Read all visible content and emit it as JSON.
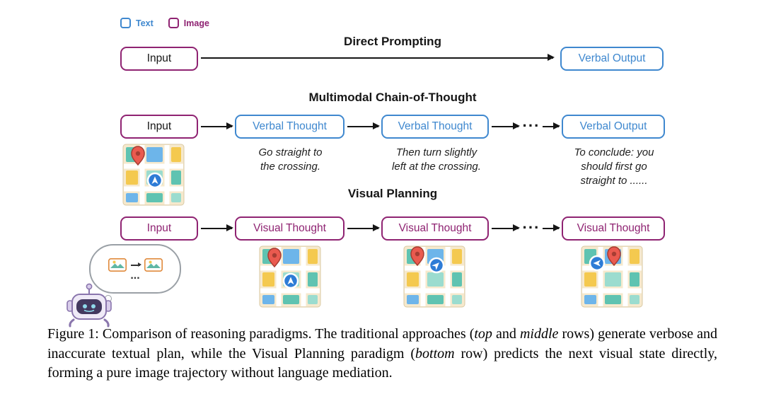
{
  "legend": {
    "text_label": "Text",
    "image_label": "Image"
  },
  "direct_prompting": {
    "title": "Direct Prompting",
    "input": "Input",
    "output": "Verbal Output"
  },
  "multimodal_cot": {
    "title": "Multimodal Chain-of-Thought",
    "input": "Input",
    "thought1": "Verbal Thought",
    "thought2": "Verbal Thought",
    "dots": "···",
    "output": "Verbal Output",
    "caption1": "Go straight to\nthe crossing.",
    "caption2": "Then turn slightly\nleft at the crossing.",
    "caption3": "To conclude: you\nshould first go\nstraight to ......"
  },
  "visual_planning": {
    "title": "Visual Planning",
    "input": "Input",
    "thought1": "Visual Thought",
    "thought2": "Visual Thought",
    "dots": "···",
    "thought3": "Visual Thought",
    "bubble_dots": "..."
  },
  "figure_caption": {
    "seg1": "Figure 1: Comparison of reasoning paradigms. The traditional approaches (",
    "seg2_italic": "top",
    "seg3": " and ",
    "seg4_italic": "middle",
    "seg5": " rows) generate verbose and inaccurate textual plan, while the Visual Planning paradigm (",
    "seg6_italic": "bottom",
    "seg7": " row) predicts the next visual state directly, forming a pure image trajectory without language mediation."
  },
  "colors": {
    "text_blue": "#3f88cf",
    "image_purple": "#8f2372"
  }
}
